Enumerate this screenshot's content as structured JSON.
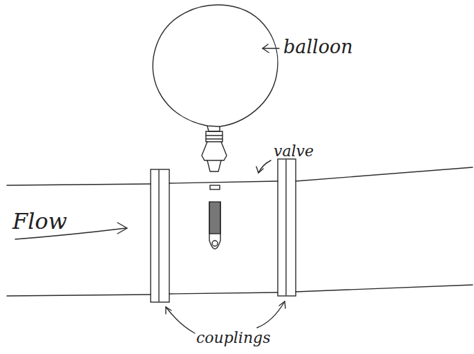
{
  "diagram": {
    "labels": [
      "Flow",
      "balloon",
      "valve",
      "couplings"
    ]
  }
}
